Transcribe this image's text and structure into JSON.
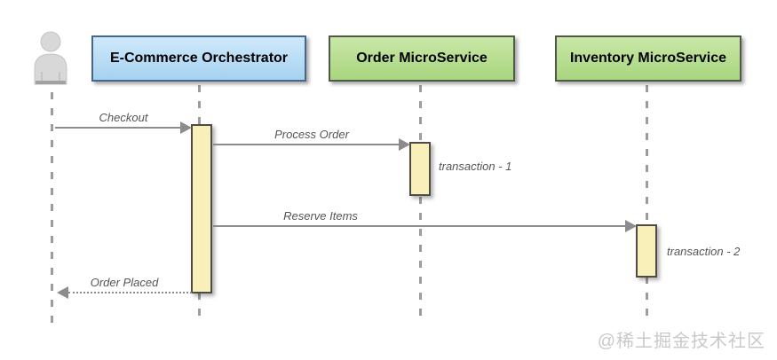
{
  "colors": {
    "blue_top": "#cfe9fb",
    "blue_bottom": "#a6d2f0",
    "blue_border": "#44688c",
    "green_top": "#c9e7a7",
    "green_bottom": "#a8d67e",
    "green_border": "#50584a",
    "bar_fill": "#f9efb8",
    "bar_border": "#4c4c44",
    "line": "#8c8c8c",
    "label": "#555555",
    "lifeline": "#9c9c9c",
    "watermark": "#c9c9c9"
  },
  "diagram": {
    "actor": {
      "name": "user-actor"
    },
    "participants": [
      {
        "label": "E-Commerce Orchestrator",
        "kind": "orchestrator"
      },
      {
        "label": "Order MicroService",
        "kind": "service"
      },
      {
        "label": "Inventory MicroService",
        "kind": "service"
      }
    ],
    "messages": [
      {
        "label": "Checkout",
        "line": "solid",
        "direction": "right"
      },
      {
        "label": "Process Order",
        "line": "solid",
        "direction": "right"
      },
      {
        "label": "Reserve Items",
        "line": "solid",
        "direction": "right"
      },
      {
        "label": "Order Placed",
        "line": "dotted",
        "direction": "left"
      }
    ],
    "activations": [
      {
        "label": ""
      },
      {
        "label": "transaction - 1"
      },
      {
        "label": "transaction - 2"
      }
    ],
    "watermark": "@稀土掘金技术社区"
  }
}
